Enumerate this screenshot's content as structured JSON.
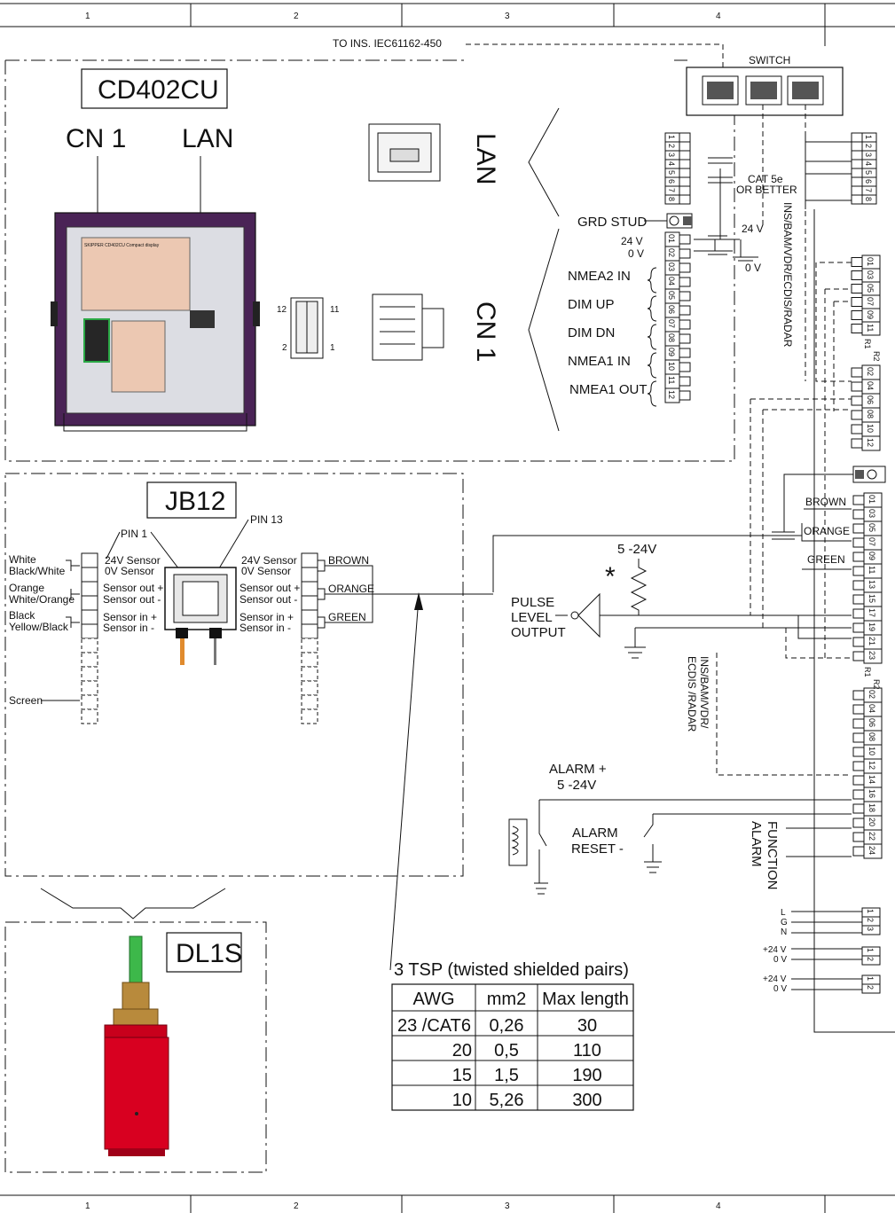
{
  "grid": {
    "columns": [
      "1",
      "2",
      "3",
      "4"
    ]
  },
  "cd402cu": {
    "title": "CD402CU",
    "cn1_label": "CN 1",
    "lan_label": "LAN",
    "plate_text": "SKIPPER CD402CU Compact display",
    "connector_pins": {
      "top_left": "12",
      "top_right": "11",
      "bottom_left": "2",
      "bottom_right": "1"
    },
    "side_lan": "LAN",
    "side_cn1": "CN 1",
    "to_ins": "TO INS. IEC61162-450",
    "switch": "SWITCH",
    "cat5e": "CAT 5e",
    "or_better": "OR BETTER",
    "grd_stud": "GRD STUD",
    "v24": "24 V",
    "v0": "0 V",
    "v24b": "24 V",
    "v0b": "0 V",
    "rj45_pins": [
      "1",
      "2",
      "3",
      "4",
      "5",
      "6",
      "7",
      "8"
    ],
    "cn1_pins": [
      "01",
      "02",
      "03",
      "04",
      "05",
      "06",
      "07",
      "08",
      "09",
      "10",
      "11",
      "12"
    ],
    "signals": [
      "NMEA2 IN",
      "DIM UP",
      "DIM DN",
      "NMEA1 IN",
      "NMEA1 OUT"
    ],
    "ins_vertical": "INS/BAM/VDR/ECDIS/RADAR"
  },
  "jb12": {
    "title": "JB12",
    "pin1": "PIN 1",
    "pin13": "PIN 13",
    "left_wires": [
      "White",
      "Black/White",
      "Orange",
      "White/Orange",
      "Black",
      "Yellow/Black",
      "Screen"
    ],
    "left_sensor": [
      "24V Sensor",
      "0V Sensor",
      "Sensor out +",
      "Sensor out -",
      "Sensor in +",
      "Sensor in -"
    ],
    "right_sensor": [
      "24V Sensor",
      "0V Sensor",
      "Sensor out +",
      "Sensor out -",
      "Sensor in +",
      "Sensor in -"
    ],
    "right_colors": [
      "BROWN",
      "ORANGE",
      "GREEN"
    ]
  },
  "dl1s": {
    "title": "DL1S"
  },
  "right": {
    "colors": [
      "BROWN",
      "ORANGE",
      "GREEN"
    ],
    "v5_24": "5 -24V",
    "star": "*",
    "pulse": [
      "PULSE",
      "LEVEL",
      "OUTPUT"
    ],
    "ins_vertical2a": "INS/BAM/VDR/",
    "ins_vertical2b": "ECDIS /RADAR",
    "alarm_plus": "ALARM +",
    "alarm_v": "5 -24V",
    "alarm_reset": [
      "ALARM",
      "RESET -"
    ],
    "function": "FUNCTION",
    "alarm": "ALARM",
    "tb_pins_a": [
      "01",
      "03",
      "05",
      "07",
      "09",
      "11"
    ],
    "tb_pins_b": [
      "02",
      "04",
      "06",
      "08",
      "10",
      "12"
    ],
    "tb_pins_c": [
      "01",
      "03",
      "05",
      "07",
      "09",
      "11",
      "13",
      "15",
      "17",
      "19",
      "21",
      "23"
    ],
    "tb_pins_d": [
      "02",
      "04",
      "06",
      "08",
      "10",
      "12",
      "14",
      "16",
      "18",
      "20",
      "22",
      "24"
    ],
    "lgn": [
      "L",
      "G",
      "N"
    ],
    "p24a": "+24 V",
    "p0a": "0 V",
    "p24b": "+24 V",
    "p0b": "0 V",
    "pins123": [
      "1",
      "2",
      "3"
    ],
    "pins12": [
      "1",
      "2"
    ],
    "r1": "R1",
    "r2": "R2"
  },
  "cable": {
    "title": "3 TSP (twisted shielded pairs)",
    "headers": [
      "AWG",
      "mm2",
      "Max length"
    ],
    "rows": [
      [
        "23 /CAT6",
        "0,26",
        "30"
      ],
      [
        "20",
        "0,5",
        "110"
      ],
      [
        "15",
        "1,5",
        "190"
      ],
      [
        "10",
        "5,26",
        "300"
      ]
    ]
  }
}
